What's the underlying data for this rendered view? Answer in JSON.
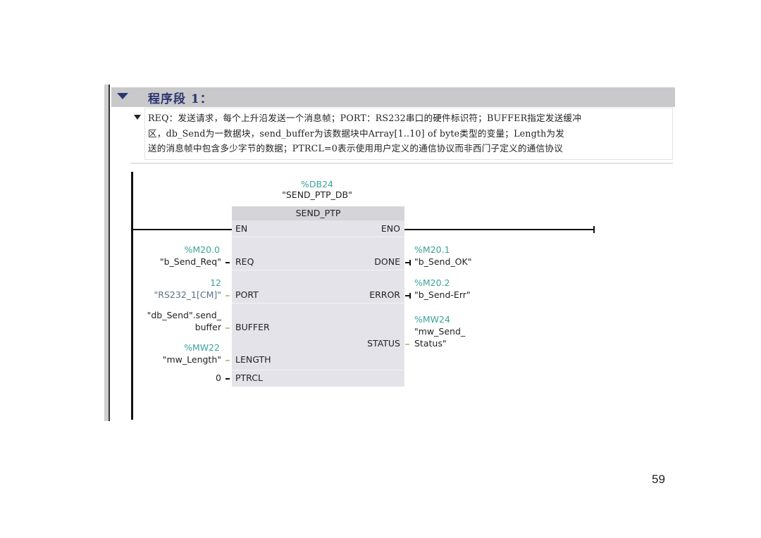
{
  "segment": {
    "title": "程序段 1：",
    "comment_lines": [
      "REQ：发送请求，每个上升沿发送一个消息帧；PORT：RS232串口的硬件标识符；BUFFER指定发送缓冲",
      "区，db_Send为一数据块，send_buffer为该数据块中Array[1..10] of byte类型的变量；Length为发",
      "送的消息帧中包含多少字节的数据；PTRCL=0表示使用用户定义的通信协议而非西门子定义的通信协议"
    ]
  },
  "block": {
    "instance_address": "%DB24",
    "instance_name": "\"SEND_PTP_DB\"",
    "type": "SEND_PTP",
    "inputs": [
      {
        "pin": "EN"
      },
      {
        "pin": "REQ",
        "address": "%M20.0",
        "symbol": "\"b_Send_Req\""
      },
      {
        "pin": "PORT",
        "address": "12",
        "symbol": "\"RS232_1[CM]\""
      },
      {
        "pin": "BUFFER",
        "symbol_line1": "\"db_Send\".send_",
        "symbol_line2": "buffer"
      },
      {
        "pin": "LENGTH",
        "address": "%MW22",
        "symbol": "\"mw_Length\""
      },
      {
        "pin": "PTRCL",
        "value": "0"
      }
    ],
    "outputs": [
      {
        "pin": "ENO"
      },
      {
        "pin": "DONE",
        "address": "%M20.1",
        "symbol": "\"b_Send_OK\""
      },
      {
        "pin": "ERROR",
        "address": "%M20.2",
        "symbol": "\"b_Send-Err\""
      },
      {
        "pin": "STATUS",
        "address": "%MW24",
        "symbol_line1": "\"mw_Send_",
        "symbol_line2": "Status\""
      }
    ]
  },
  "colors": {
    "header_bg": "#c9c9cb",
    "title_color": "#2b3570",
    "address_color": "#3aa39a",
    "block_bg": "#e4e3ea"
  },
  "page": {
    "number": "59"
  }
}
